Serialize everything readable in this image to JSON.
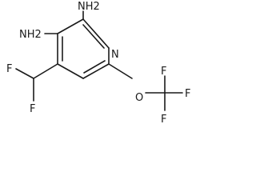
{
  "atoms": {
    "amino_top": "NH2",
    "amino_left": "NH2",
    "ring_nitrogen": "N",
    "fluorine_difluoromethyl_top": "F",
    "fluorine_difluoromethyl_bottom": "F",
    "ether_oxygen": "O",
    "fluorine_cf3_top": "F",
    "fluorine_cf3_right": "F",
    "fluorine_cf3_bottom": "F"
  }
}
